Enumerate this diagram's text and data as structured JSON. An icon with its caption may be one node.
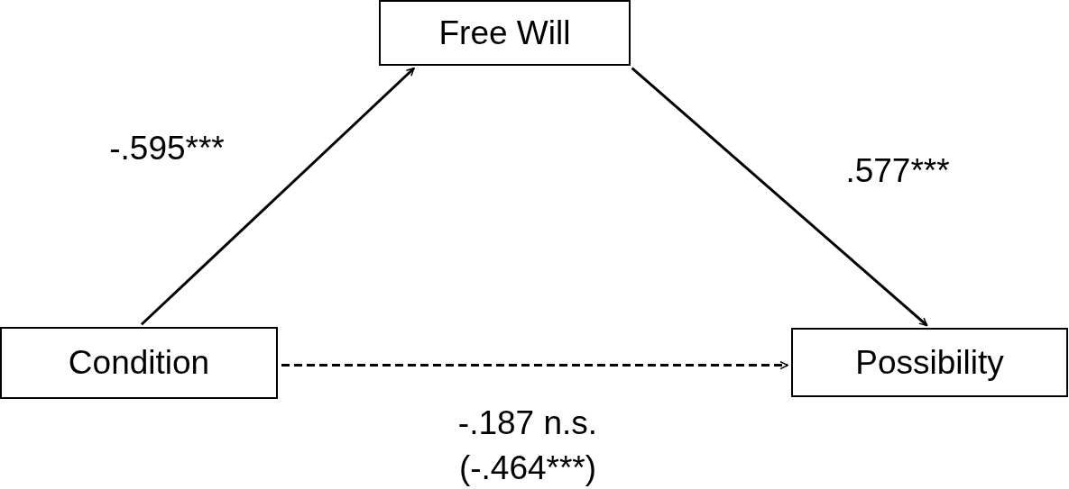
{
  "diagram": {
    "nodes": [
      {
        "text": [
          "Free Will"
        ]
      },
      {
        "text": [
          "Condition"
        ]
      },
      {
        "text": [
          "Possibility"
        ]
      }
    ],
    "edges": [
      {
        "from": 1,
        "to": 0,
        "arrow": "to",
        "label": "-.595***"
      },
      {
        "from": 0,
        "to": 2,
        "arrow": "to",
        "label": ".577***"
      },
      {
        "from": 1,
        "to": 2,
        "arrow": "to",
        "style": "dashed",
        "label": "-.187 n.s. (-.464***)"
      }
    ]
  }
}
